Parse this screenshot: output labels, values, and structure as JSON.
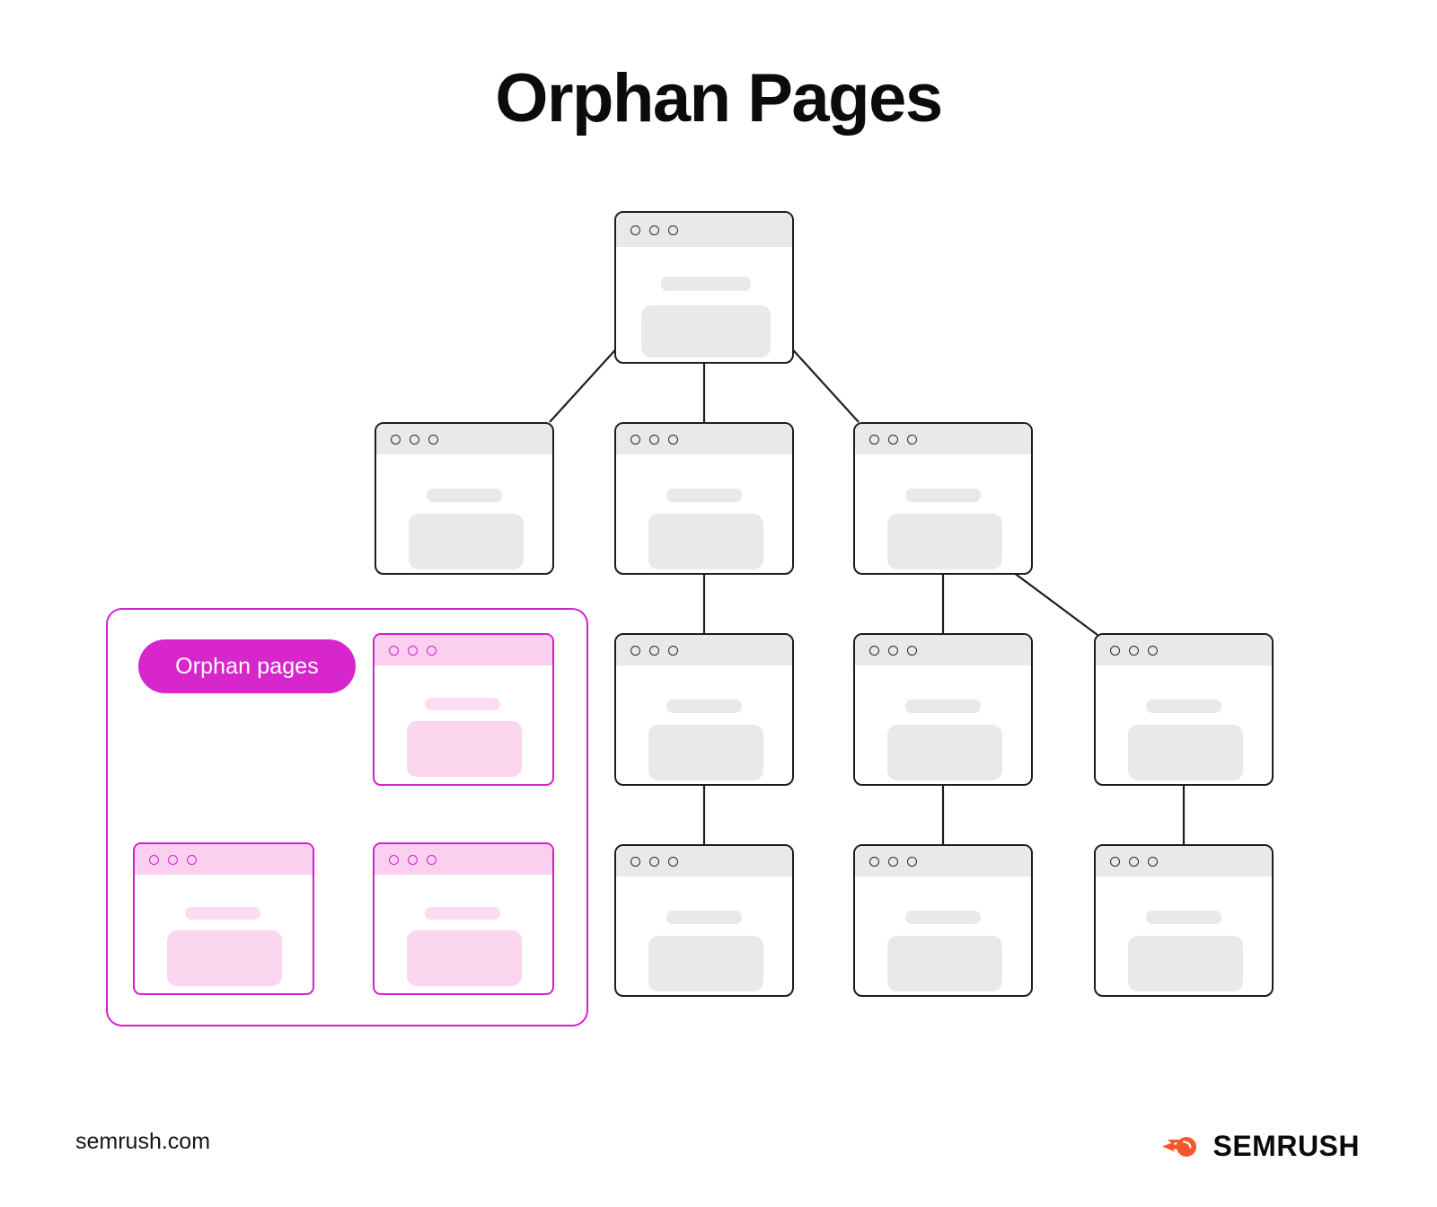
{
  "page": {
    "title": "Orphan Pages",
    "background": "#ffffff"
  },
  "colors": {
    "accent_magenta": "#d726cc",
    "accent_border": "#d41fd0",
    "pink_titlebar": "#fbd0ef",
    "pink_block": "#fcd5ee",
    "grey_fill": "#e9e9e9",
    "line": "#1d1d1d",
    "brand_orange": "#f6572a"
  },
  "orphan_group": {
    "pill_label": "Orphan pages",
    "cards": [
      {
        "id": "orphan-card-1",
        "dots": 3
      },
      {
        "id": "orphan-card-2",
        "dots": 3
      },
      {
        "id": "orphan-card-3",
        "dots": 3
      }
    ]
  },
  "tree": {
    "root": {
      "id": "root-page",
      "dots": 3
    },
    "level2": [
      {
        "id": "page-2-1",
        "dots": 3
      },
      {
        "id": "page-2-2",
        "dots": 3
      },
      {
        "id": "page-2-3",
        "dots": 3
      }
    ],
    "level3": [
      {
        "id": "page-3-1",
        "dots": 3
      },
      {
        "id": "page-3-2",
        "dots": 3
      },
      {
        "id": "page-3-3",
        "dots": 3
      }
    ],
    "level4": [
      {
        "id": "page-4-1",
        "dots": 3
      },
      {
        "id": "page-4-2",
        "dots": 3
      },
      {
        "id": "page-4-3",
        "dots": 3
      }
    ]
  },
  "footer": {
    "url": "semrush.com",
    "brand_name": "SEMRUSH",
    "brand_icon": "semrush-comet-icon"
  }
}
